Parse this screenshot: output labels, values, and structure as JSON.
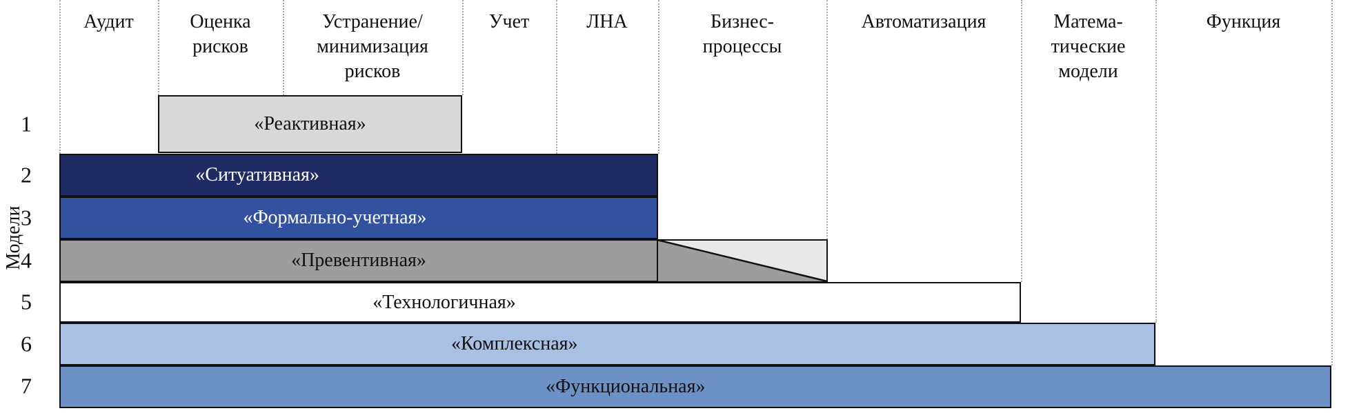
{
  "axis": {
    "y_label": "Модели"
  },
  "columns": [
    "Аудит",
    "Оценка\nрисков",
    "Устранение/\nминимизация\nрисков",
    "Учет",
    "ЛНА",
    "Бизнес-\nпроцессы",
    "Автоматизация",
    "Матема-\nтические\nмодели",
    "Функция"
  ],
  "rows": [
    {
      "num": "1",
      "label": "«Реактивная»"
    },
    {
      "num": "2",
      "label": "«Ситуативная»"
    },
    {
      "num": "3",
      "label": "«Формально-учетная»"
    },
    {
      "num": "4",
      "label": "«Превентивная»"
    },
    {
      "num": "5",
      "label": "«Технологичная»"
    },
    {
      "num": "6",
      "label": "«Комплексная»"
    },
    {
      "num": "7",
      "label": "«Функциональная»"
    }
  ],
  "colors": {
    "bar_reactive": "#d8d8d8",
    "bar_situational": "#1e2c63",
    "bar_formal": "#32519f",
    "bar_preventive": "#9d9d9d",
    "taper_light": "#e8e8e8",
    "bar_technological": "#ffffff",
    "bar_complex": "#a9c0e4",
    "bar_functional": "#6c91c6",
    "border": "#111111",
    "divider_dots": "#a8a8a8"
  },
  "chart_data": {
    "type": "bar",
    "orientation": "horizontal_span_gantt",
    "title": "",
    "xlabel": "",
    "ylabel": "Модели",
    "categories": [
      "Аудит",
      "Оценка рисков",
      "Устранение/минимизация рисков",
      "Учет",
      "ЛНА",
      "Бизнес-процессы",
      "Автоматизация",
      "Математические модели",
      "Функция"
    ],
    "rows": [
      {
        "model": 1,
        "name": "«Реактивная»",
        "from_column": "Оценка рисков",
        "to_column": "Устранение/минимизация рисков"
      },
      {
        "model": 2,
        "name": "«Ситуативная»",
        "from_column": "Аудит",
        "to_column": "ЛНА"
      },
      {
        "model": 3,
        "name": "«Формально-учетная»",
        "from_column": "Аудит",
        "to_column": "ЛНА"
      },
      {
        "model": 4,
        "name": "«Превентивная»",
        "from_column": "Аудит",
        "to_column": "ЛНА",
        "tapers_to_zero_over": "Бизнес-процессы"
      },
      {
        "model": 5,
        "name": "«Технологичная»",
        "from_column": "Аудит",
        "to_column": "Автоматизация"
      },
      {
        "model": 6,
        "name": "«Комплексная»",
        "from_column": "Аудит",
        "to_column": "Математические модели"
      },
      {
        "model": 7,
        "name": "«Функциональная»",
        "from_column": "Аудит",
        "to_column": "Функция"
      }
    ],
    "legend": "none",
    "grid": "dotted vertical column dividers"
  }
}
